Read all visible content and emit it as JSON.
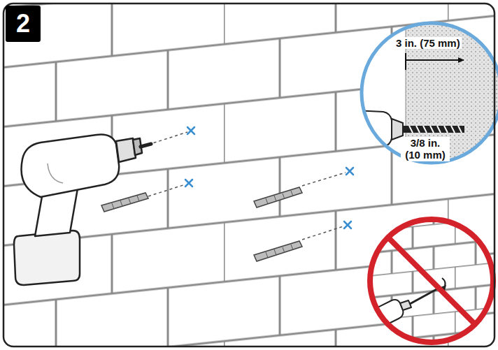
{
  "diagram": {
    "nodes": [
      {
        "text": [
          "2"
        ]
      }
    ],
    "labels": [
      "3 in. (75 mm)",
      "3/8 in. (10 mm)"
    ]
  }
}
